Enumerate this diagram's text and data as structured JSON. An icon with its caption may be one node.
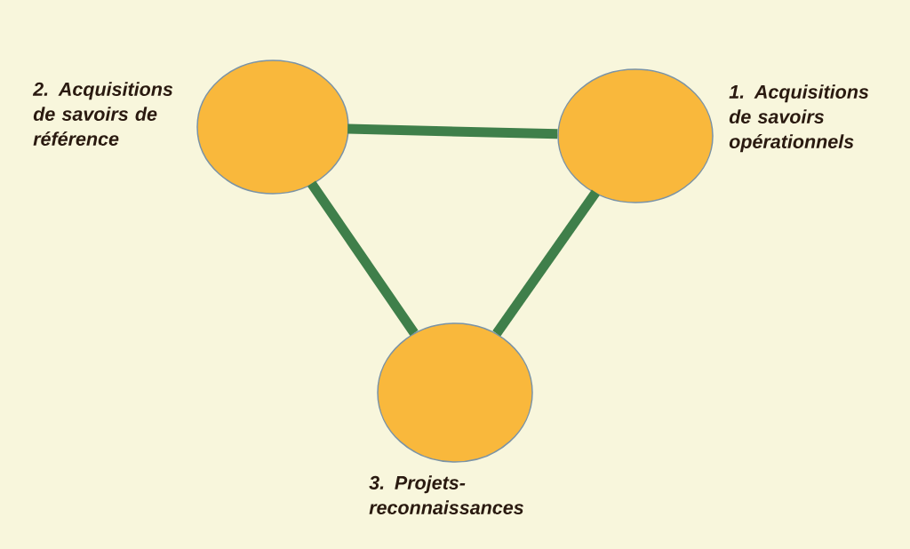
{
  "diagram": {
    "nodes": [
      {
        "text": [
          "2. Acquisitions de savoirs de référence"
        ]
      },
      {
        "text": [
          "1. Acquisitions de savoirs opérationnels"
        ]
      },
      {
        "text": [
          "3. Projets- reconnaissances"
        ]
      }
    ],
    "edges": [
      {
        "from": 0,
        "to": 1,
        "arrow": "none"
      },
      {
        "from": 0,
        "to": 2,
        "arrow": "none"
      },
      {
        "from": 1,
        "to": 2,
        "arrow": "none"
      }
    ]
  }
}
